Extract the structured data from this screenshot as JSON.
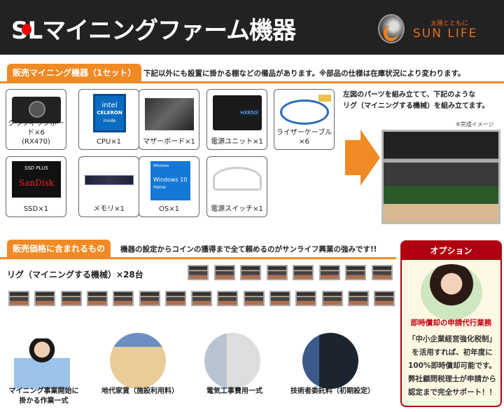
{
  "header": {
    "title": "SLマイニングファーム機器",
    "logo_tagline": "太陽とともに",
    "logo_name": "SUN LIFE"
  },
  "section1": {
    "tab": "販売マイニング機器（1セット）",
    "note": "下記以外にも設置に掛かる棚などの備品があります。※部品の仕様は在庫状況により変わります。",
    "parts": [
      {
        "label": "グラフィックボード×6\n(RX470)",
        "icon": "graphics-card"
      },
      {
        "label": "CPU×1",
        "icon": "cpu-intel-celeron",
        "brand": "intel",
        "model": "CELERON",
        "sub": "inside"
      },
      {
        "label": "マザーボード×1",
        "icon": "motherboard"
      },
      {
        "label": "電源ユニット×1",
        "icon": "power-supply",
        "model": "HX850i"
      },
      {
        "label": "ライザーケーブル×6",
        "icon": "riser-cable"
      },
      {
        "label": "SSD×1",
        "icon": "ssd",
        "model": "SSD PLUS",
        "brand": "SanDisk"
      },
      {
        "label": "メモリ×1",
        "icon": "memory"
      },
      {
        "label": "OS×1",
        "icon": "windows-10",
        "top": "Windows",
        "name": "Windows 10",
        "edition": "Home"
      },
      {
        "label": "電源スイッチ×1",
        "icon": "power-switch"
      }
    ],
    "description": "左図のパーツを組み立てて、下記のような\nリグ（マイニングする機械）を組み立てます。",
    "image_note": "※完成イメージ"
  },
  "section2": {
    "tab": "販売価格に含まれるもの",
    "note": "機器の設定からコインの獲得まで全て頼めるのがサンライフ興業の強みです!!",
    "rig_label": "リグ（マイニングする機械）×28台",
    "items": [
      {
        "label": "マイニング事業開始に\n掛かる作業一式"
      },
      {
        "label": "地代家賃（施設利用料）"
      },
      {
        "label": "電気工事費用一式"
      },
      {
        "label": "技術者委託料（初期設定）"
      }
    ]
  },
  "option": {
    "title": "オプション",
    "subtitle": "即時償却の申請代行業務",
    "body": "「中小企業経営強化税制」\nを活用すれば、初年度に\n100%即時償却可能です。\n弊社顧問税理士が申請から\n認定まで完全サポート！！"
  },
  "colors": {
    "accent": "#f08a24",
    "header": "#222222",
    "option": "#b00010"
  }
}
